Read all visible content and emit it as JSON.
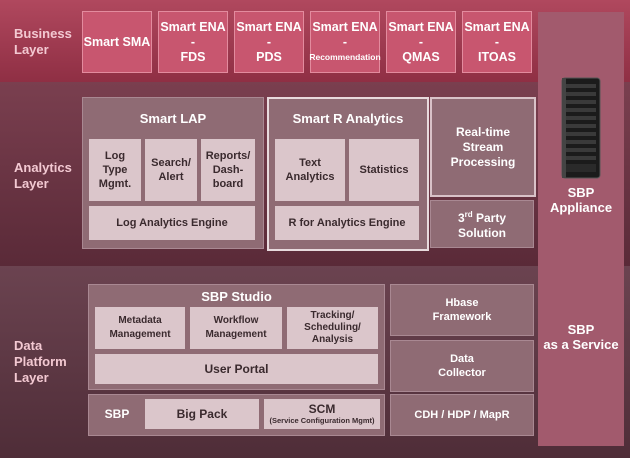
{
  "layers": {
    "business": "Business\nLayer",
    "analytics": "Analytics\nLayer",
    "data": "Data\nPlatform\nLayer"
  },
  "business_boxes": [
    {
      "title": "Smart SMA",
      "sub": ""
    },
    {
      "title": "Smart ENA -",
      "sub": "FDS"
    },
    {
      "title": "Smart ENA -",
      "sub": "PDS"
    },
    {
      "title": "Smart ENA -",
      "sub": "Recommendation"
    },
    {
      "title": "Smart ENA -",
      "sub": "QMAS"
    },
    {
      "title": "Smart ENA -",
      "sub": "ITOAS"
    }
  ],
  "smart_lap": {
    "title": "Smart LAP",
    "items": [
      "Log\nType\nMgmt.",
      "Search/\nAlert",
      "Reports/\nDash-\nboard"
    ],
    "engine": "Log Analytics Engine"
  },
  "smart_r": {
    "title": "Smart R Analytics",
    "items": [
      "Text\nAnalytics",
      "Statistics"
    ],
    "engine": "R for Analytics Engine"
  },
  "realtime": "Real-time\nStream\nProcessing",
  "third_party": {
    "num": "3",
    "sup": "rd",
    "rest": " Party\nSolution"
  },
  "sbp_studio": {
    "title": "SBP Studio",
    "items": [
      "Metadata\nManagement",
      "Workflow\nManagement",
      "Tracking/\nScheduling/\nAnalysis"
    ],
    "portal": "User Portal"
  },
  "sbp_row": {
    "label": "SBP",
    "bigpack": "Big Pack",
    "scm": "SCM",
    "scm_sub": "(Service Configuration Mgmt)"
  },
  "right_stack": [
    "Hbase\nFramework",
    "Data\nCollector",
    "CDH / HDP / MapR"
  ],
  "sbp_column": {
    "appliance": "SBP\nAppliance",
    "service": "SBP\nas a Service"
  }
}
